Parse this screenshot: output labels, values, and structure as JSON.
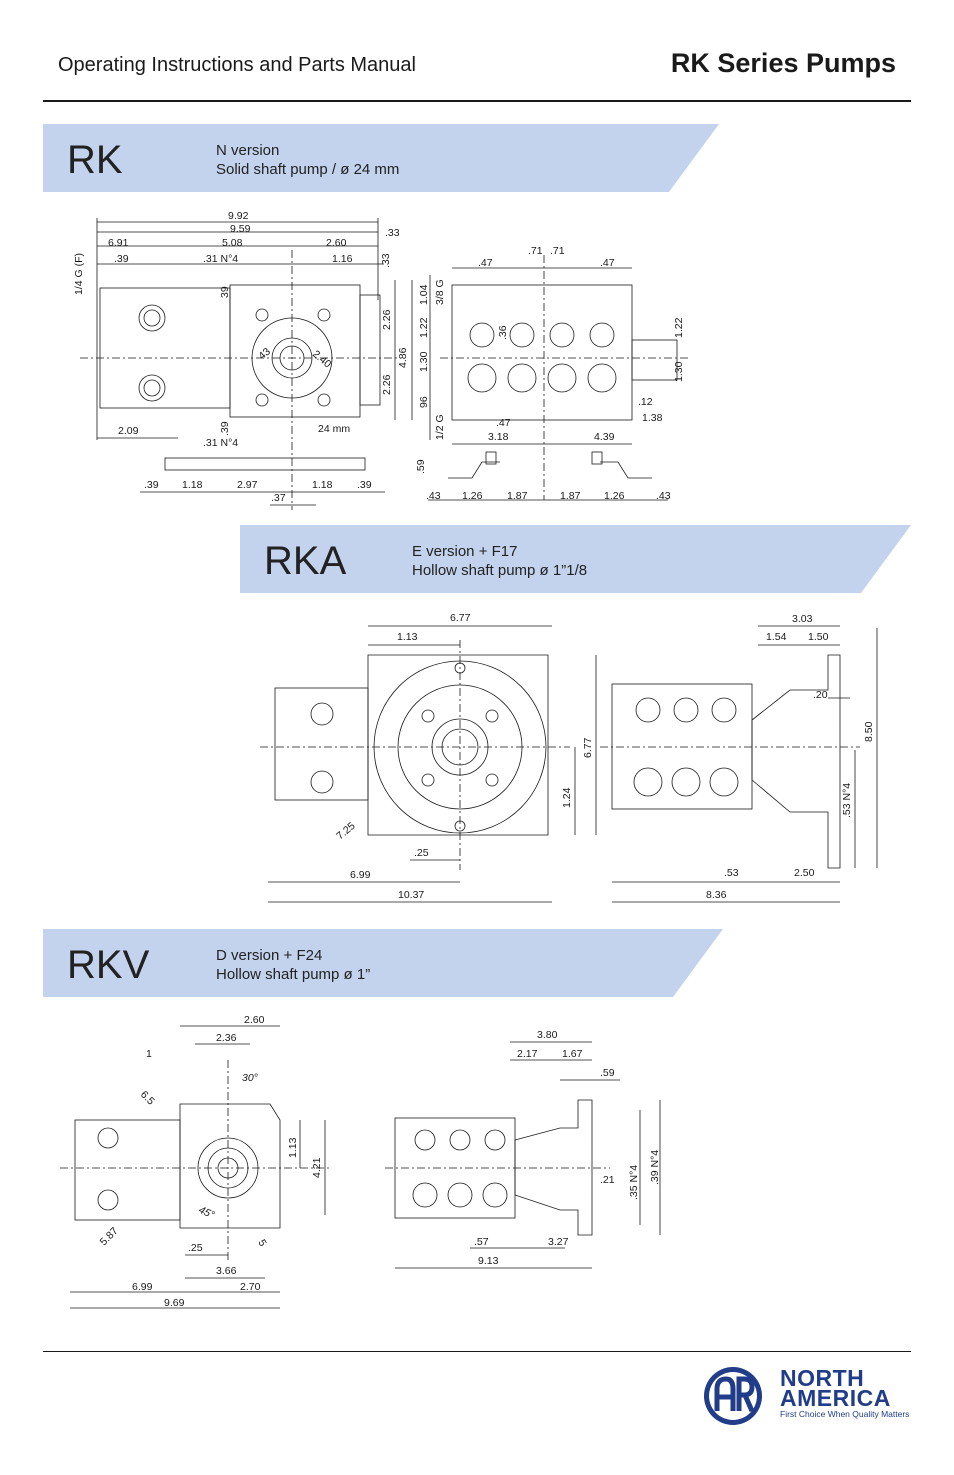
{
  "header": {
    "left_title": "Operating Instructions and Parts Manual",
    "right_title": "RK Series Pumps"
  },
  "sections": {
    "rk": {
      "code": "RK",
      "line1": "N version",
      "line2": "Solid shaft pump /  ø 24 mm",
      "dims": {
        "d992": "9.92",
        "d959": "9.59",
        "d033": ".33",
        "d691": "6.91",
        "d508": "5.08",
        "d260": "2.60",
        "d039": ".39",
        "d031n4": ".31 N°4",
        "d116": "1.16",
        "d033b": ".33",
        "d14g": "1/4 G (F)",
        "d039b": "39",
        "d43": "43",
        "d240": "2.40",
        "d226a": "2.26",
        "d486": "4.86",
        "d226b": "2.26",
        "d209": "2.09",
        "d039c": ".39",
        "d031n4b": ".31 N°4",
        "d24mm": "24 mm",
        "d038g": "3/8 G",
        "d104": "1.04",
        "d122": "1.22",
        "d130": "1.30",
        "d096": "96",
        "d12g": "1/2 G",
        "d047a": ".47",
        "d071a": ".71",
        "d071b": ".71",
        "d047b": ".47",
        "d036": ".36",
        "d122b": "1.22",
        "d130b": "1.30",
        "d012": ".12",
        "d138": "1.38",
        "d047c": ".47",
        "d318": "3.18",
        "d439": "4.39",
        "d059": ".59",
        "d043a": ".43",
        "d126a": "1.26",
        "d187a": "1.87",
        "d187b": "1.87",
        "d126b": "1.26",
        "d043b": ".43",
        "d039d": ".39",
        "d118a": "1.18",
        "d297": "2.97",
        "d118b": "1.18",
        "d039e": ".39",
        "d037": ".37"
      }
    },
    "rka": {
      "code": "RKA",
      "line1": "E version + F17",
      "line2": "Hollow shaft pump  ø 1”1/8",
      "dims": {
        "d677": "6.77",
        "d113": "1.13",
        "d677b": "6.77",
        "d124": "1.24",
        "d725": "7.25",
        "d025": ".25",
        "d699": "6.99",
        "d1037": "10.37",
        "d303": "3.03",
        "d154": "1.54",
        "d150": "1.50",
        "d020": ".20",
        "d850": "8.50",
        "d053n4": ".53 N°4",
        "d053": ".53",
        "d250": "2.50",
        "d836": "8.36"
      }
    },
    "rkv": {
      "code": "RKV",
      "line1": "D version + F24",
      "line2": "Hollow shaft pump   ø 1”",
      "dims": {
        "d260": "2.60",
        "d236": "2.36",
        "d1": "1",
        "d30": "30°",
        "d65": "6.5",
        "d113": "1.13",
        "d421": "4.21",
        "d45": "45°",
        "d587": "5.87",
        "d025": ".25",
        "d5": "5",
        "d366": "3.66",
        "d699": "6.99",
        "d270": "2.70",
        "d969": "9.69",
        "d380": "3.80",
        "d217": "2.17",
        "d167": "1.67",
        "d059": ".59",
        "d021": ".21",
        "d035n4": ".35 N°4",
        "d039n4": ".39 N°4",
        "d057": ".57",
        "d327": "3.27",
        "d913": "9.13"
      }
    }
  },
  "logo": {
    "mark": "AR",
    "line1": "NORTH",
    "line2": "AMERICA",
    "tagline": "First Choice When Quality Matters",
    "color": "#213d8a"
  },
  "colors": {
    "band": "#c3d3ee",
    "ink": "#1a1a1a",
    "brand": "#213d8a"
  }
}
